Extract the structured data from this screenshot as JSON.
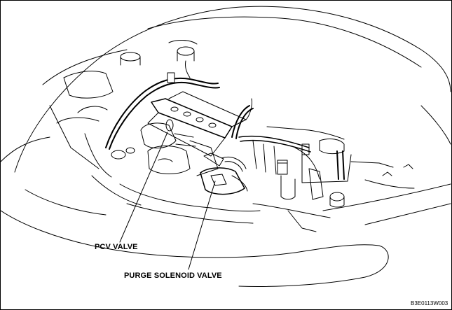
{
  "labels": {
    "pcv_valve": "PCV VALVE",
    "purge_solenoid_valve": "PURGE SOLENOID VALVE"
  },
  "figure_code": "B3E0113W003",
  "colors": {
    "line": "#000000",
    "background": "#ffffff"
  }
}
